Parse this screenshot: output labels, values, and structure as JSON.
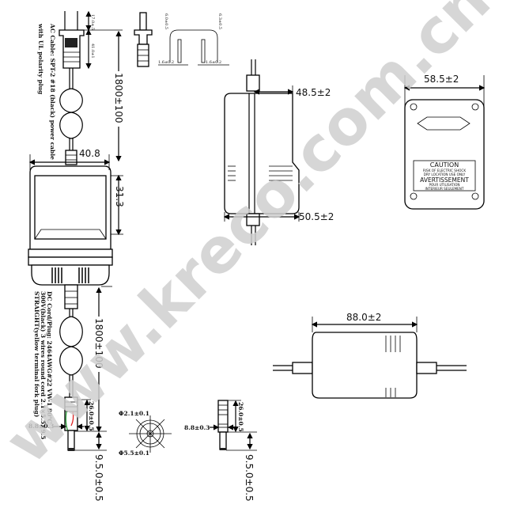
{
  "title": "AC adapter dimensional drawing",
  "ac_cable": {
    "line1": "AC Cable: SPT-2 #18 (black) power cable",
    "line2": "with UL polarity plug",
    "length": "1800±100",
    "prong_len": "17.0±.5",
    "plug_len": "41.0±1"
  },
  "plug_detail": {
    "dim_a": "6.0±0.5",
    "dim_b": "6.3±0.5",
    "dim_c": "1.6±0.2",
    "dim_d": "1.6±0.2"
  },
  "front_view": {
    "width": "40.8",
    "height": "31.3"
  },
  "side_view": {
    "top": "48.5±2",
    "bottom": "50.5±2"
  },
  "back_view": {
    "width": "58.5±2",
    "label": {
      "caution": "CAUTION",
      "line1": "RISK OF ELECTRIC SHOCK",
      "line2": "DRY LOCATION USE ONLY",
      "avertissement": "AVERTISSEMENT",
      "line3": "POUR UTILISATION",
      "line4": "INTERIEUR SEULEMENT"
    }
  },
  "bottom_view": {
    "length": "88.0±2"
  },
  "dc_cable": {
    "line1": "DC Cord/Plug: 2464AWG#22 VW-1 80℃",
    "line2": "300V(black) 3 wires round cord 2.1×5.5×9.5",
    "line3": "STRAIGHT(yellow terminal fork plug)",
    "length": "1800±100",
    "connector_len": "26.0±0.5",
    "connector_dia": "8.8±0.3",
    "tip_len": "9.5.0±0.5"
  },
  "plug_face": {
    "inner": "Φ2.1±0.1",
    "outer": "Φ5.5±0.1"
  },
  "plug2": {
    "connector_len": "26.0±0.5",
    "connector_dia": "8.8±0.3",
    "tip_len": "9.5.0±0.5"
  },
  "watermark": "www.kreco.com.cn"
}
